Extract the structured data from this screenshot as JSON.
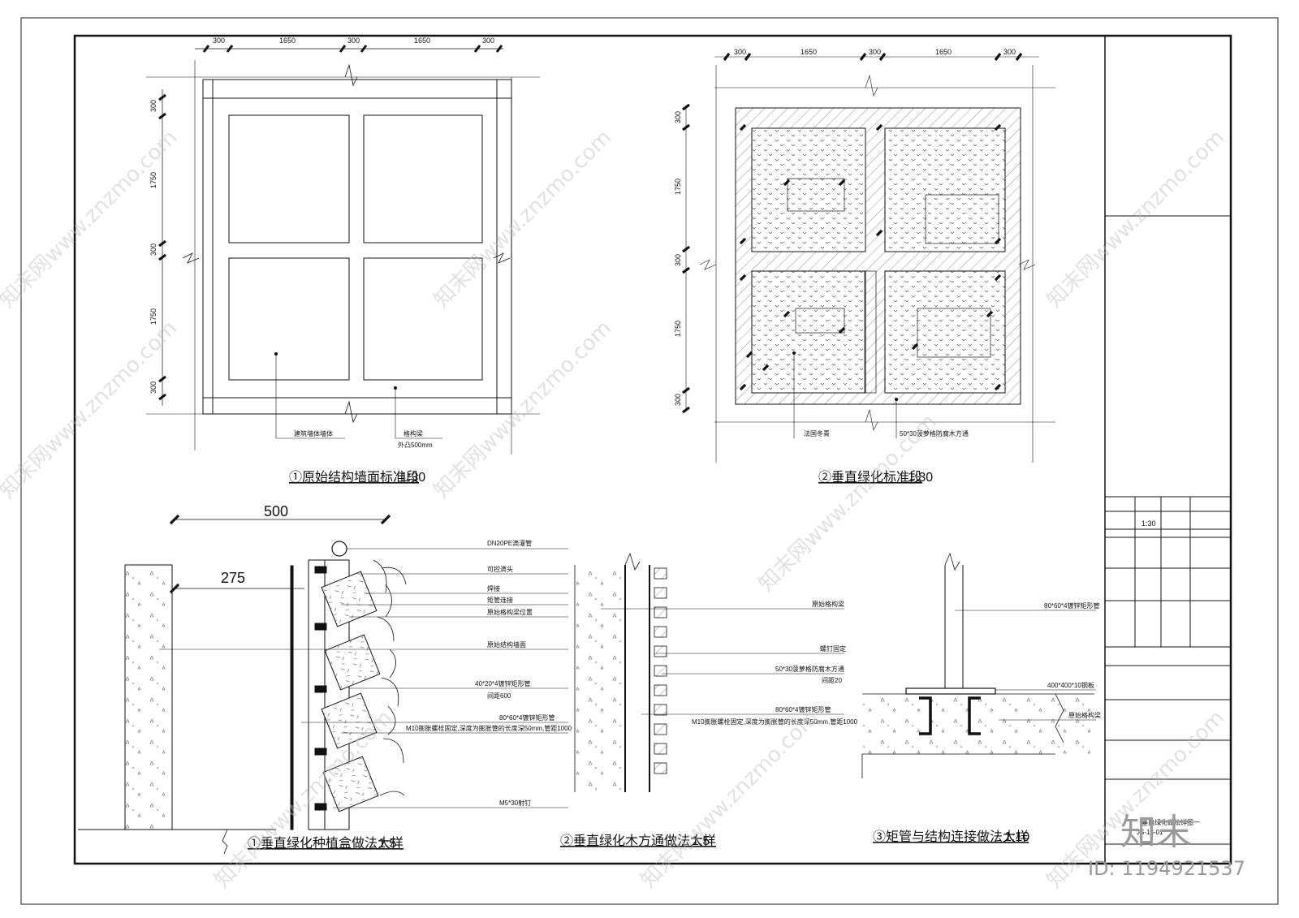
{
  "drawings": {
    "d1": {
      "title": "①原始结构墙面标准段",
      "scale": "1:30",
      "dims_top": [
        "300",
        "1650",
        "300",
        "1650",
        "300"
      ],
      "dims_left": [
        "300",
        "1750",
        "300",
        "1750",
        "300"
      ],
      "label_wall": "建筑墙体墙体",
      "label_beam": "格构梁",
      "label_beam_note": "外凸500mm"
    },
    "d2": {
      "title": "②垂直绿化标准段",
      "scale": "1:30",
      "dims_top": [
        "300",
        "1650",
        "300",
        "1650",
        "300"
      ],
      "dims_left": [
        "300",
        "1750",
        "300",
        "1750",
        "300"
      ],
      "label_plant": "法国冬青",
      "label_wood": "50*30菠萝格防腐木方通"
    },
    "d3": {
      "title": "①垂直绿化种植盒做法大样",
      "scale": "1:5",
      "dim_500": "500",
      "dim_275": "275",
      "labels": [
        "DN20PE滴灌管",
        "可控滴头",
        "焊接",
        "矩管连接",
        "原始格构梁位置",
        "原始结构墙面",
        "40*20*4镀锌矩形管",
        "间距600",
        "80*60*4镀锌矩形管",
        "M10膨胀螺栓固定,深度为膨胀管的长度深50mm,管距1000",
        "M5*30射钉"
      ]
    },
    "d4": {
      "title": "②垂直绿化木方通做法大样",
      "scale": "1:5",
      "labels": [
        "原始格构梁",
        "螺钉固定",
        "50*30菠萝格防腐木方通",
        "间距20",
        "80*60*4镀锌矩形管",
        "M10膨胀螺栓固定,深度为膨胀管的长度深50mm,管距1000"
      ]
    },
    "d5": {
      "title": "③矩管与结构连接做法大样",
      "scale": "1:10",
      "labels": [
        "80*60*4镀锌矩形管",
        "400*400*10钢板",
        "原始格构梁"
      ]
    }
  },
  "title_block": {
    "scale": "1:30",
    "drawing_name": "垂直绿化做法详图一",
    "drawing_no": "JS-13-01"
  },
  "watermark": {
    "text": "知末网www.znzmo.com",
    "logo": "知末",
    "id": "ID: 1194921537"
  }
}
